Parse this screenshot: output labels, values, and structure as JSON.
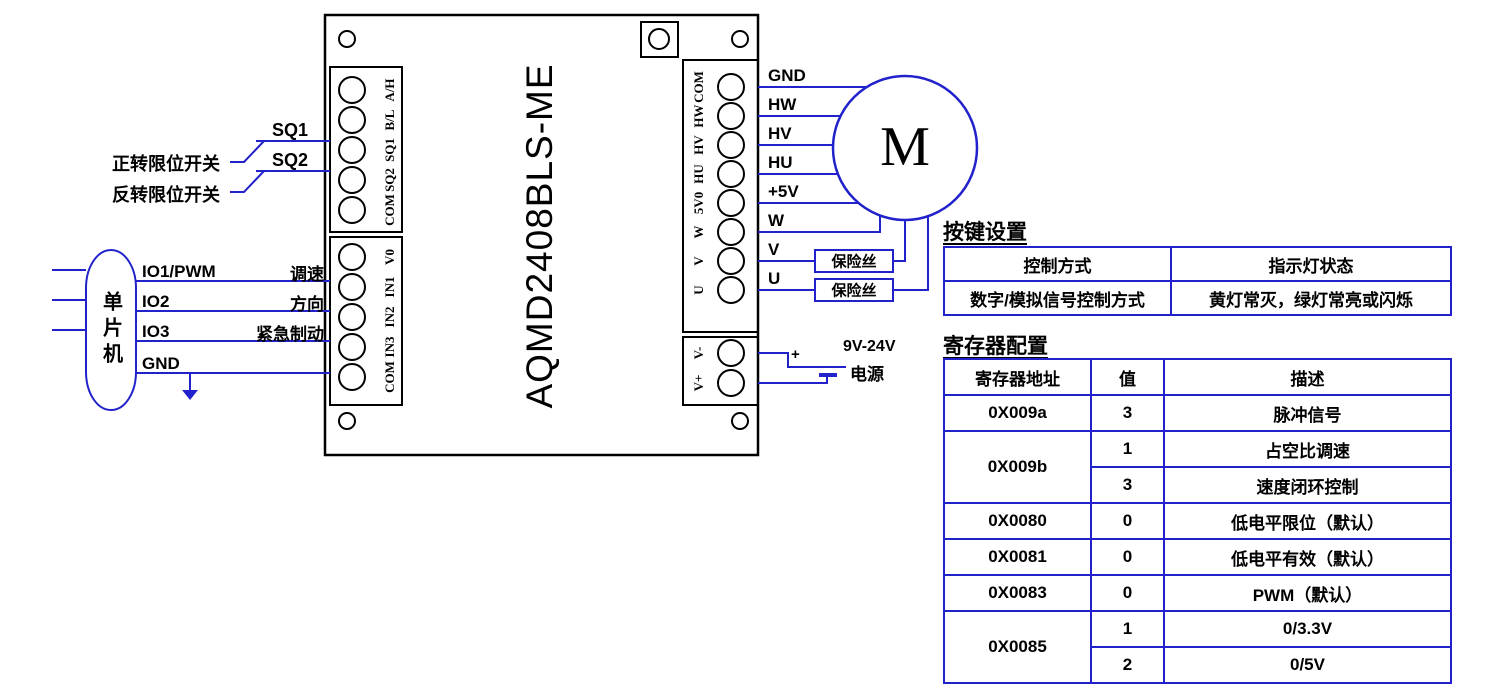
{
  "colors": {
    "wire_blue": "#2222cc",
    "ink_black": "#000000"
  },
  "board": {
    "name": "AQMD2408BLS-ME"
  },
  "terminals": {
    "left_top": [
      "A/H",
      "B/L",
      "SQ1",
      "SQ2",
      "COM"
    ],
    "left_bottom": [
      "V0",
      "IN1",
      "IN2",
      "IN3",
      "COM"
    ],
    "right_signal": [
      "COM",
      "HW",
      "HV",
      "HU",
      "5V0",
      "W",
      "V",
      "U"
    ],
    "right_power": [
      "V-",
      "V+"
    ]
  },
  "wires": {
    "labels": [
      "GND",
      "HW",
      "HV",
      "HU",
      "+5V",
      "W",
      "V",
      "U"
    ]
  },
  "motor": {
    "label": "M"
  },
  "fuses": {
    "label": "保险丝"
  },
  "power_supply": {
    "plus": "+",
    "voltage": "9V-24V",
    "label": "电源"
  },
  "switches": {
    "sq1": "SQ1",
    "sq2": "SQ2",
    "forward": "正转限位开关",
    "reverse": "反转限位开关"
  },
  "mcu": {
    "name": "单片机",
    "pins": [
      {
        "pin": "IO1/PWM",
        "func": "调速"
      },
      {
        "pin": "IO2",
        "func": "方向"
      },
      {
        "pin": "IO3",
        "func": "紧急制动"
      },
      {
        "pin": "GND",
        "func": ""
      }
    ]
  },
  "tables": {
    "keys": {
      "title": "按键设置",
      "headers": [
        "控制方式",
        "指示灯状态"
      ],
      "rows": [
        [
          "数字/模拟信号控制方式",
          "黄灯常灭，绿灯常亮或闪烁"
        ]
      ]
    },
    "registers": {
      "title": "寄存器配置",
      "headers": [
        "寄存器地址",
        "值",
        "描述"
      ],
      "rows": [
        {
          "addr": "0X009a",
          "value": "3",
          "desc": "脉冲信号"
        },
        {
          "addr": "0X009b",
          "value": "1",
          "desc": "占空比调速"
        },
        {
          "value": "3",
          "desc": "速度闭环控制"
        },
        {
          "addr": "0X0080",
          "value": "0",
          "desc": "低电平限位（默认）"
        },
        {
          "addr": "0X0081",
          "value": "0",
          "desc": "低电平有效（默认）"
        },
        {
          "addr": "0X0083",
          "value": "0",
          "desc": "PWM（默认）"
        },
        {
          "addr": "0X0085",
          "value": "1",
          "desc": "0/3.3V"
        },
        {
          "value": "2",
          "desc": "0/5V"
        }
      ]
    }
  }
}
